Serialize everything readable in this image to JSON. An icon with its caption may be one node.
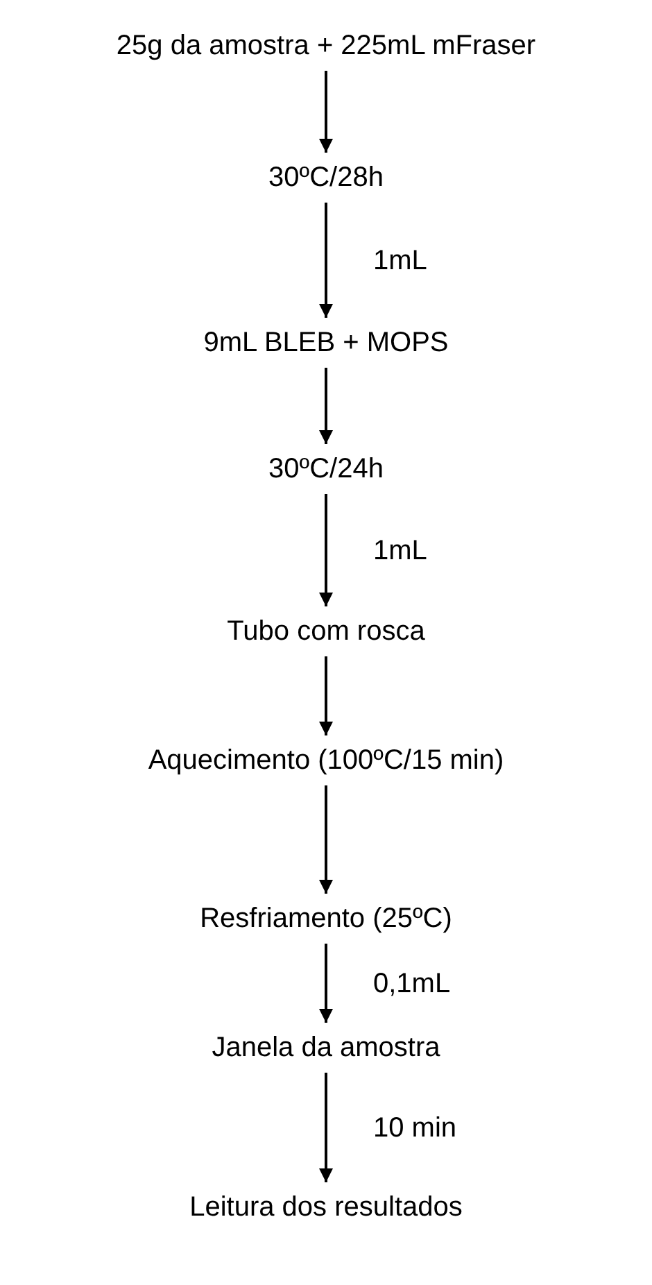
{
  "diagram": {
    "nodes": [
      {
        "text": [
          "25g da amostra + 225mL mFraser"
        ]
      },
      {
        "text": [
          "30ºC/28h"
        ]
      },
      {
        "text": [
          "9mL BLEB + MOPS"
        ]
      },
      {
        "text": [
          "30ºC/24h"
        ]
      },
      {
        "text": [
          "Tubo com rosca"
        ]
      },
      {
        "text": [
          "Aquecimento (100ºC/15 min)"
        ]
      },
      {
        "text": [
          "Resfriamento (25ºC)"
        ]
      },
      {
        "text": [
          "Janela da amostra"
        ]
      },
      {
        "text": [
          "Leitura dos resultados"
        ]
      }
    ],
    "edges": [
      {
        "from": 0,
        "to": 1,
        "arrow": "to"
      },
      {
        "from": 1,
        "to": 2,
        "arrow": "to",
        "label": "1mL"
      },
      {
        "from": 2,
        "to": 3,
        "arrow": "to"
      },
      {
        "from": 3,
        "to": 4,
        "arrow": "to",
        "label": "1mL"
      },
      {
        "from": 4,
        "to": 5,
        "arrow": "to"
      },
      {
        "from": 5,
        "to": 6,
        "arrow": "to"
      },
      {
        "from": 6,
        "to": 7,
        "arrow": "to",
        "label": "0,1mL"
      },
      {
        "from": 7,
        "to": 8,
        "arrow": "to",
        "label": "10 min"
      }
    ]
  }
}
